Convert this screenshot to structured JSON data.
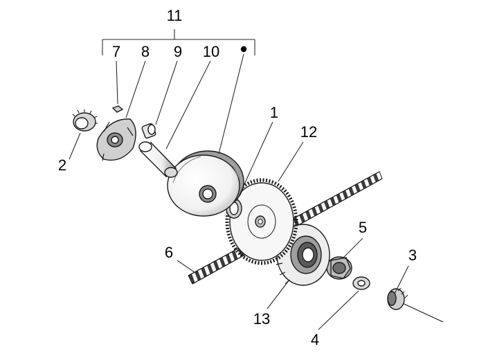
{
  "callouts": {
    "c1": "1",
    "c2": "2",
    "c3": "3",
    "c4": "4",
    "c5": "5",
    "c6": "6",
    "c7": "7",
    "c8": "8",
    "c9": "9",
    "c10": "10",
    "c11": "11",
    "c12": "12",
    "c13": "13",
    "bullet": "•"
  },
  "colors": {
    "line": "#1a1a1a",
    "shade_dark": "#6e6e6e",
    "shade_mid": "#bdbdbd",
    "shade_light": "#e6e6e6"
  }
}
